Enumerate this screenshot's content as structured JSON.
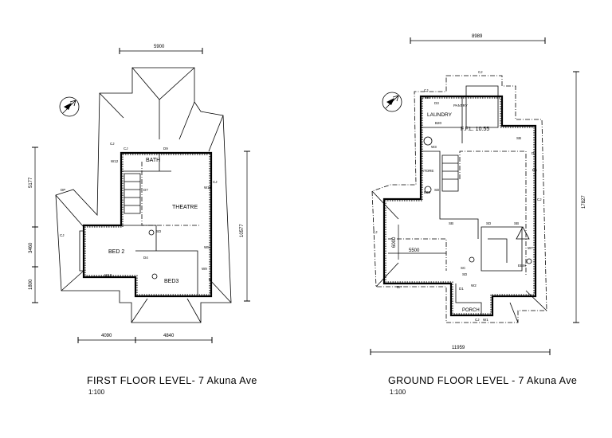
{
  "first_floor": {
    "title": "FIRST FLOOR LEVEL- 7 Akuna Ave",
    "scale": "1:100",
    "dimensions": {
      "top": "5900",
      "left_upper": "5177",
      "left_middle": "3460",
      "left_lower": "1800",
      "right": "10577",
      "bottom_left": "4090",
      "bottom_right": "4840"
    },
    "rooms": {
      "bath": "BATH",
      "theatre": "THEATRE",
      "bed2": "BED 2",
      "bed3": "BED3"
    },
    "codes": {
      "cj": "CJ",
      "sd": "SD",
      "dp": "DP",
      "w12": "W12",
      "w10": "W10",
      "w8": "W8",
      "w9": "W9",
      "w11": "W11",
      "d7": "D7",
      "d4": "D4",
      "d9": "D9"
    }
  },
  "ground_floor": {
    "title": "GROUND FLOOR LEVEL - 7 Akuna Ave",
    "scale": "1:100",
    "dimensions": {
      "top": "8989",
      "right": "17827",
      "bottom": "11959",
      "garage_depth": "6000",
      "garage_width": "5500"
    },
    "rooms": {
      "laundry": "LAUNDRY",
      "pantry": "PANTRY",
      "store": "STORE",
      "porch": "PORCH",
      "ffl": "F.F.L. 10.55"
    },
    "codes": {
      "cj": "CJ",
      "sd": "SD",
      "sb": "SB",
      "sc": "SC",
      "dp": "DP",
      "w1": "W1",
      "w2": "W2",
      "w3": "W3",
      "w4": "W4",
      "w7": "W7",
      "d1": "D1",
      "d3": "D3",
      "d4": "D4",
      "d5": "D5",
      "b20": "B20",
      "ebm": "EBM"
    }
  }
}
